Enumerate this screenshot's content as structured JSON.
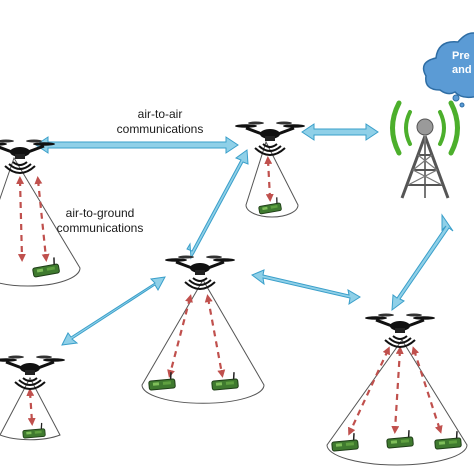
{
  "labels": {
    "air_to_air_line1": "air-to-air",
    "air_to_air_line2": "communications",
    "air_to_ground_line1": "air-to-ground",
    "air_to_ground_line2": "communications",
    "cloud_line1": "Pre",
    "cloud_line2": "and"
  },
  "colors": {
    "link_arrow": "#8fd0e8",
    "link_arrow_outline": "#3a9fca",
    "ground_arrow": "#c0504d",
    "beam_fill": "#ffffff",
    "beam_stroke": "#555555",
    "sensor_body": "#3f7a2f",
    "cloud_fill": "#5b9bd5",
    "tower_wave": "#4caf2c",
    "drone_body": "#111111"
  },
  "icons": {
    "drone": "quadcopter-drone-icon",
    "sensor": "ground-sensor-node-icon",
    "tower": "cellular-base-station-icon",
    "cloud": "cloud-icon"
  }
}
